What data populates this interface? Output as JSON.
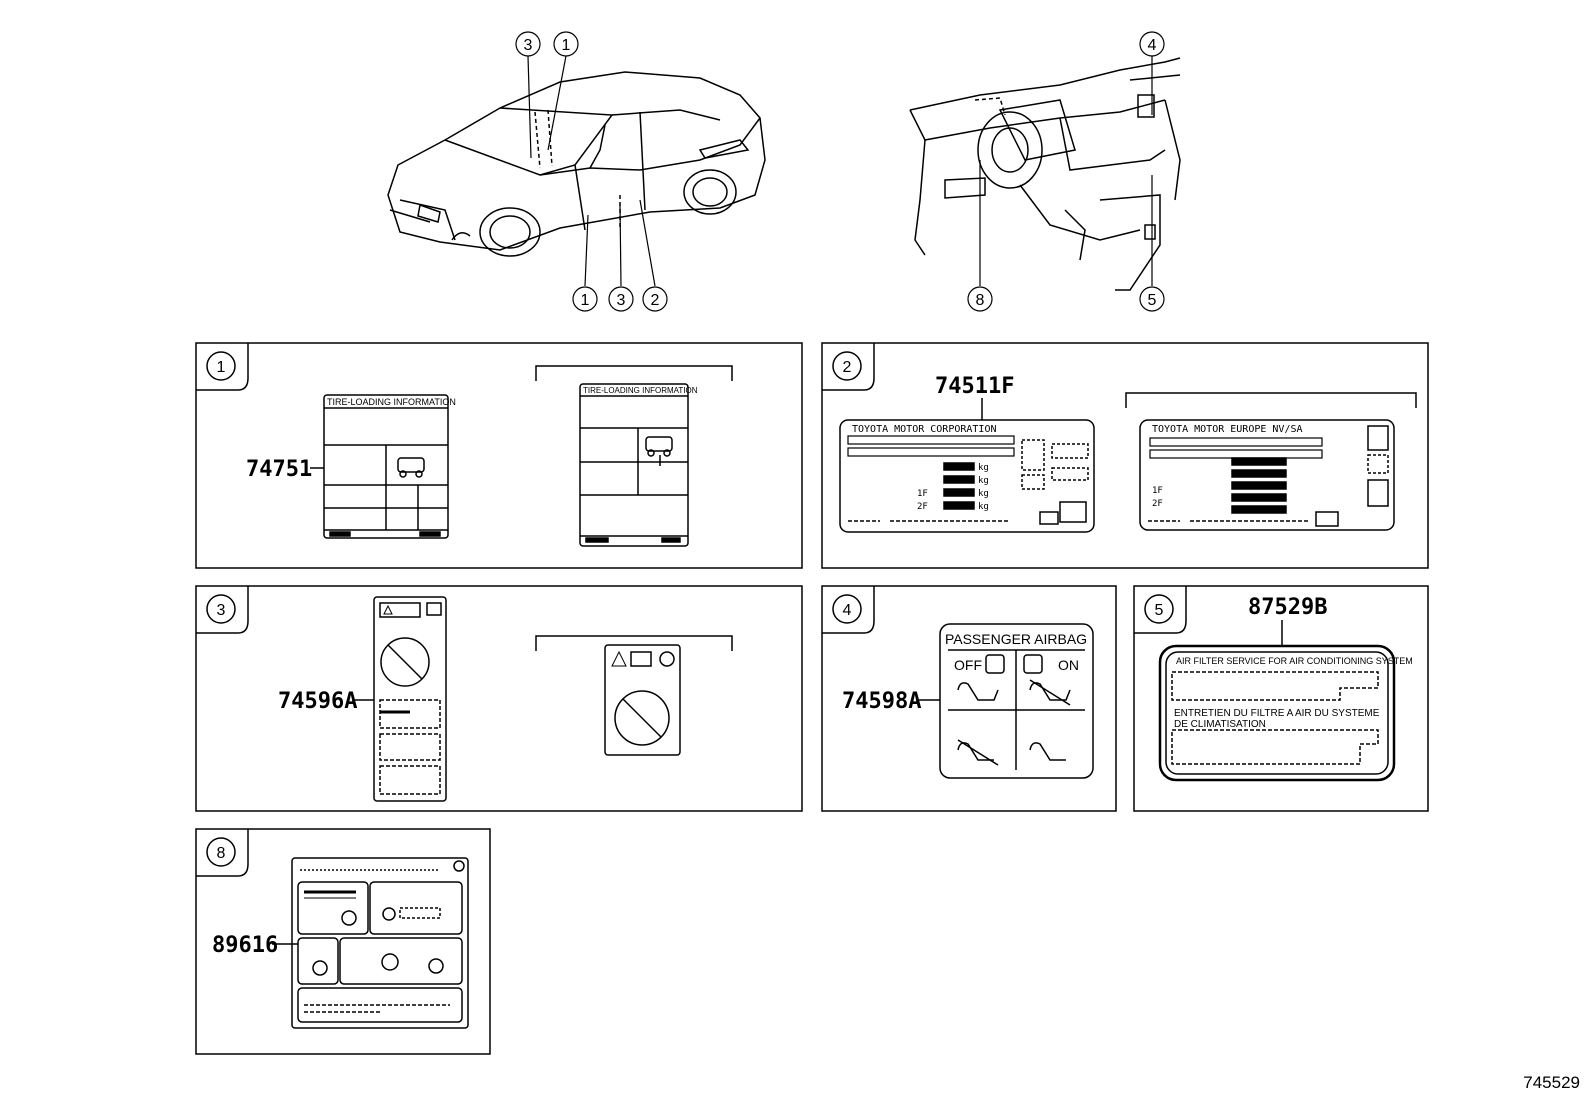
{
  "overview": {
    "car_callouts_top": [
      "3",
      "1"
    ],
    "car_callouts_bottom": [
      "1",
      "3",
      "2"
    ],
    "dash_callouts_top": [
      "4"
    ],
    "dash_callouts_bottom": [
      "8",
      "5"
    ]
  },
  "panels": {
    "p1": {
      "callout": "1",
      "part": "74751",
      "label_title": "TIRE-LOADING INFORMATION",
      "alt_label_title": "TIRE-LOADING INFORMATION"
    },
    "p2": {
      "callout": "2",
      "part": "74511F",
      "maker": "TOYOTA MOTOR CORPORATION",
      "alt_maker": "TOYOTA MOTOR EUROPE NV/SA",
      "unit": "kg",
      "row_1f": "1F",
      "row_2f": "2F"
    },
    "p3": {
      "callout": "3",
      "part": "74596A"
    },
    "p4": {
      "callout": "4",
      "part": "74598A",
      "title": "PASSENGER AIRBAG",
      "off": "OFF",
      "on": "ON"
    },
    "p5": {
      "callout": "5",
      "part": "87529B",
      "line1": "AIR FILTER SERVICE FOR AIR CONDITIONING SYSTEM",
      "line2": "ENTRETIEN DU FILTRE A AIR DU SYSTEME",
      "line3": "DE CLIMATISATION"
    },
    "p8": {
      "callout": "8",
      "part": "89616"
    }
  },
  "figure_id": "745529"
}
